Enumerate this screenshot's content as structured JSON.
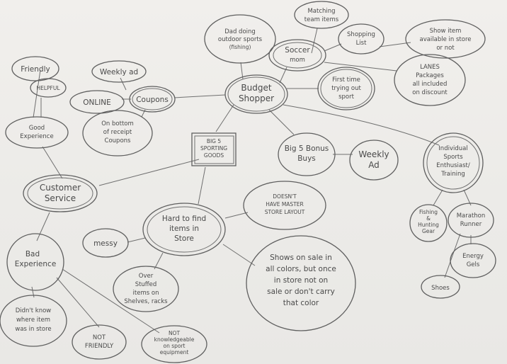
{
  "nodes": {
    "center": [
      "BIG 5",
      "SPORTING",
      "GOODS"
    ],
    "budget_shopper": [
      "Budget",
      "Shopper"
    ],
    "soccer_mom": [
      "Soccer",
      "mom"
    ],
    "dad_outdoor": [
      "Dad doing",
      "outdoor sports",
      "(fishing)"
    ],
    "matching_team": [
      "Matching",
      "team items"
    ],
    "shopping_list": [
      "Shopping",
      "List"
    ],
    "show_item_available": [
      "Show item",
      "available in store",
      "or not"
    ],
    "lanes_packages": [
      "LANES",
      "Packages",
      "all included",
      "on discount"
    ],
    "first_time": [
      "First time",
      "trying out",
      "sport"
    ],
    "coupons": [
      "Coupons"
    ],
    "weekly_ad_top": [
      "Weekly ad"
    ],
    "online": [
      "ONLINE"
    ],
    "bottom_receipt": [
      "On bottom",
      "of receipt",
      "Coupons"
    ],
    "big5_bonus": [
      "Big 5 Bonus",
      "Buys"
    ],
    "weekly_ad": [
      "Weekly",
      "Ad"
    ],
    "individual_sports": [
      "Individual",
      "Sports",
      "Enthusiast/",
      "Training"
    ],
    "fishing_hunting": [
      "Fishing",
      "&",
      "Hunting",
      "Gear"
    ],
    "marathon": [
      "Marathon",
      "Runner"
    ],
    "energy_gels": [
      "Energy",
      "Gels"
    ],
    "shoes": [
      "Shoes"
    ],
    "friendly": [
      "Friendly"
    ],
    "helpful": [
      "HELPFUL"
    ],
    "good_experience": [
      "Good",
      "Experience"
    ],
    "customer_service": [
      "Customer",
      "Service"
    ],
    "bad_experience": [
      "Bad",
      "Experience"
    ],
    "didnt_know": [
      "Didn't know",
      "where item",
      "was in store"
    ],
    "not_friendly": [
      "NOT",
      "FRIENDLY"
    ],
    "not_knowledgeable": [
      "NOT",
      "knowledgeable",
      "on sport",
      "equipment"
    ],
    "hard_to_find": [
      "Hard to find",
      "items in",
      "Store"
    ],
    "messy": [
      "messy"
    ],
    "no_master_layout": [
      "DOESN'T",
      "HAVE MASTER",
      "STORE LAYOUT"
    ],
    "over_stuffed": [
      "Over",
      "Stuffed",
      "items on",
      "Shelves, racks"
    ],
    "shows_on_sale": [
      "Shows on sale in",
      "all colors, but once",
      "in store not on",
      "sale or don't carry",
      "that color"
    ]
  }
}
